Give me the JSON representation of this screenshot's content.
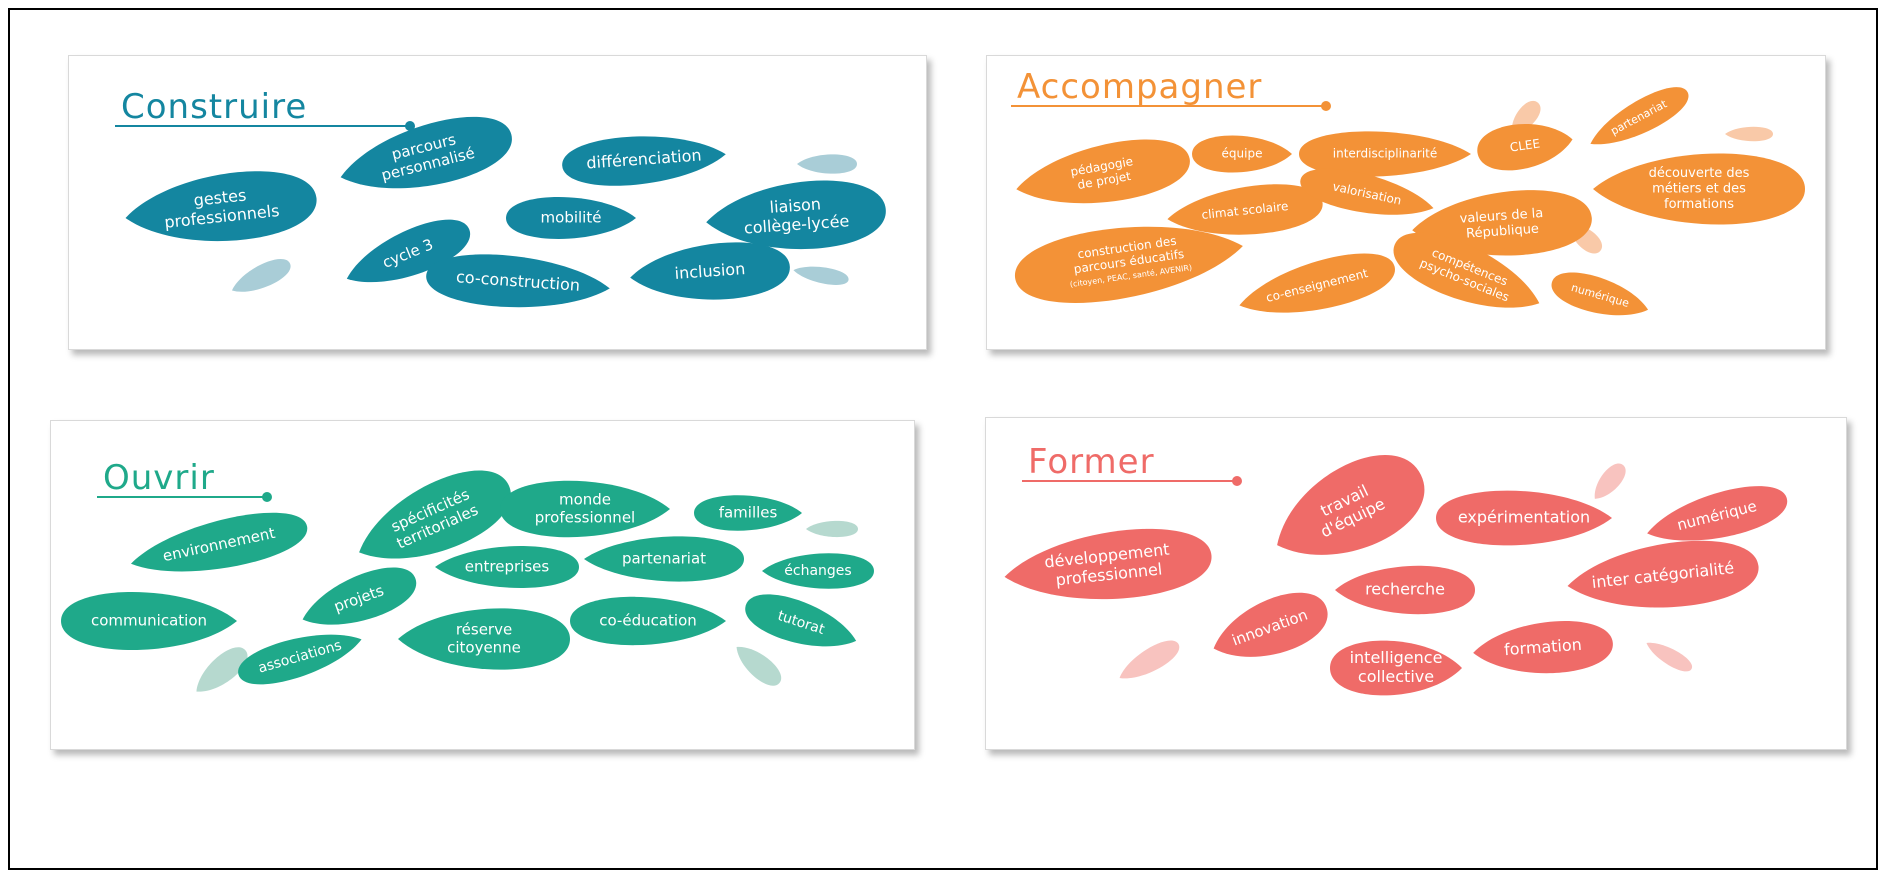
{
  "panels": [
    {
      "title": "Construire",
      "color": "#1486a0",
      "light_color": "#a9cdd7",
      "leaves": [
        {
          "lines": [
            "gestes",
            "professionnels"
          ]
        },
        {
          "lines": [
            "parcours",
            "personnalisé"
          ]
        },
        {
          "lines": [
            "différenciation"
          ]
        },
        {
          "lines": [
            "liaison",
            "collège-lycée"
          ]
        },
        {
          "lines": [
            "mobilité"
          ]
        },
        {
          "lines": [
            "cycle 3"
          ]
        },
        {
          "lines": [
            "co-construction"
          ]
        },
        {
          "lines": [
            "inclusion"
          ]
        }
      ]
    },
    {
      "title": "Accompagner",
      "color": "#f39237",
      "light_color": "#f9c9a8",
      "leaves": [
        {
          "lines": [
            "pédagogie",
            "de projet"
          ]
        },
        {
          "lines": [
            "équipe"
          ]
        },
        {
          "lines": [
            "interdisciplinarité"
          ]
        },
        {
          "lines": [
            "CLEE"
          ]
        },
        {
          "lines": [
            "partenariat"
          ]
        },
        {
          "lines": [
            "découverte des",
            "métiers et des",
            "formations"
          ]
        },
        {
          "lines": [
            "climat scolaire"
          ]
        },
        {
          "lines": [
            "valorisation"
          ]
        },
        {
          "lines": [
            "valeurs de la",
            "République"
          ]
        },
        {
          "lines": [
            "construction des",
            "parcours éducatifs",
            "(citoyen, PEAC, santé, AVENIR)"
          ]
        },
        {
          "lines": [
            "co-enseignement"
          ]
        },
        {
          "lines": [
            "compétences",
            "psycho-sociales"
          ]
        },
        {
          "lines": [
            "numérique"
          ]
        }
      ]
    },
    {
      "title": "Ouvrir",
      "color": "#1fa98a",
      "light_color": "#b6d9cf",
      "leaves": [
        {
          "lines": [
            "environnement"
          ]
        },
        {
          "lines": [
            "spécificités",
            "territoriales"
          ]
        },
        {
          "lines": [
            "monde",
            "professionnel"
          ]
        },
        {
          "lines": [
            "familles"
          ]
        },
        {
          "lines": [
            "entreprises"
          ]
        },
        {
          "lines": [
            "partenariat"
          ]
        },
        {
          "lines": [
            "échanges"
          ]
        },
        {
          "lines": [
            "communication"
          ]
        },
        {
          "lines": [
            "projets"
          ]
        },
        {
          "lines": [
            "réserve",
            "citoyenne"
          ]
        },
        {
          "lines": [
            "co-éducation"
          ]
        },
        {
          "lines": [
            "tutorat"
          ]
        },
        {
          "lines": [
            "associations"
          ]
        }
      ]
    },
    {
      "title": "Former",
      "color": "#ef6b68",
      "light_color": "#f8c3bf",
      "leaves": [
        {
          "lines": [
            "développement",
            "professionnel"
          ]
        },
        {
          "lines": [
            "travail",
            "d'équipe"
          ]
        },
        {
          "lines": [
            "expérimentation"
          ]
        },
        {
          "lines": [
            "numérique"
          ]
        },
        {
          "lines": [
            "recherche"
          ]
        },
        {
          "lines": [
            "inter catégorialité"
          ]
        },
        {
          "lines": [
            "innovation"
          ]
        },
        {
          "lines": [
            "intelligence",
            "collective"
          ]
        },
        {
          "lines": [
            "formation"
          ]
        }
      ]
    }
  ]
}
